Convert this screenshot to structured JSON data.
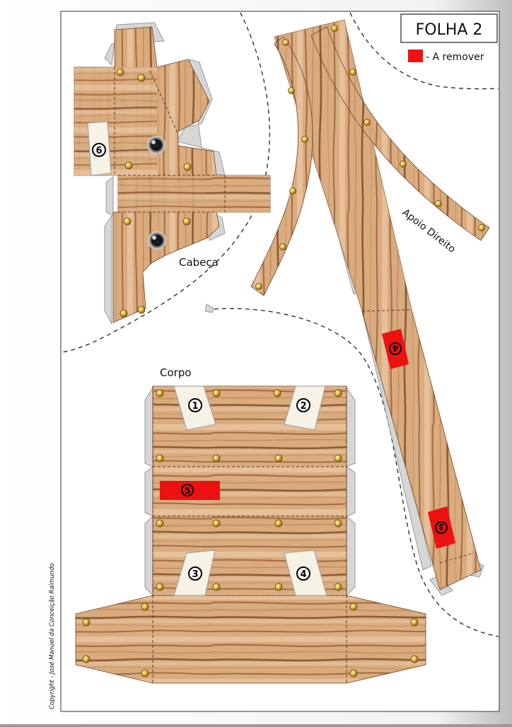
{
  "sheet": {
    "title": "FOLHA 2",
    "legend_text": "- A remover",
    "legend_color": "#ee1111",
    "copyright": "Copyright - José Manuel da Conceição Raimundo"
  },
  "labels": {
    "head": "Cabeça",
    "right_support": "Apoio Direito",
    "body": "Corpo"
  },
  "markers": {
    "m1": "1",
    "m2": "2",
    "m3": "3",
    "m4": "4",
    "m5": "5",
    "m6": "6",
    "s3": "3",
    "s4": "4"
  },
  "colors": {
    "wood_light": "#dfb38a",
    "wood_mid": "#c99566",
    "wood_dark": "#8a5a36",
    "glue_tab": "#d6d6d6",
    "remove": "#ee1111",
    "nail": "#d8b23a"
  }
}
